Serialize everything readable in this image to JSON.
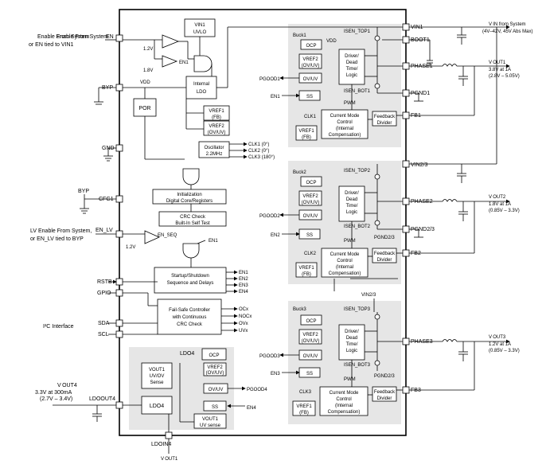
{
  "ext": {
    "en_from_system": "Enable From System",
    "en_tied": "or EN tied to VIN1",
    "lv_enable": "LV Enable From System,",
    "en_lv_tied": "or EN_LV tied to BYP",
    "byp": "BYP",
    "vin_from_system": "V IN from System",
    "vin_range": "(4V–42V, 45V Abs Max)",
    "vout1": "V OUT1",
    "vout1_val": "3.8V at 1A",
    "vout1_range": "(2.8V – 5.05V)",
    "vout2": "V OUT2",
    "vout2_val": "1.8V at 1A",
    "vout2_range": "(0.85V – 3.3V)",
    "vout3": "V OUT3",
    "vout3_val": "1.2V at 1A",
    "vout3_range": "(0.85V – 3.3V)",
    "vout4": "V OUT4",
    "vout4_val": "3.3V at 300mA",
    "vout4_range": "(2.7V – 3.4V)",
    "i2c": "I²C Interface",
    "vout1_bottom": "V OUT1"
  },
  "pins_left": {
    "en": "EN",
    "byp": "BYP",
    "gnd": "GND",
    "cfg1": "CFG1",
    "en_lv": "EN_LV",
    "rstb": "RSTB",
    "gpio": "GPIO",
    "sda": "SDA",
    "scl": "SCL",
    "ldoout4": "LDOOUT4",
    "ldoin4": "LDOIN4"
  },
  "pins_right": {
    "vin1": "VIN1",
    "boot1": "BOOT1",
    "phase1": "PHASE1",
    "pgnd1": "PGND1",
    "fb1": "FB1",
    "vin23": "VIN2/3",
    "phase2": "PHASE2",
    "pgnd23": "PGND2/3",
    "fb2": "FB2",
    "phase3": "PHASE3",
    "fb3": "FB3"
  },
  "core": {
    "vin1_uvlo_a": "VIN1",
    "vin1_uvlo_b": "UVLO",
    "v12": "1.2V",
    "v18": "1.8V",
    "en1": "EN1",
    "vdd": "VDD",
    "ldo_a": "Internal",
    "ldo_b": "LDO",
    "por": "POR",
    "vref1_a": "VREF1",
    "vref1_b": "(FB)",
    "vref2_a": "VREF2",
    "vref2_b": "(OV/UV)",
    "osc_a": "Oscillator",
    "osc_b": "2.2MHz",
    "clk1": "CLK1 (0°)",
    "clk2": "CLK2 (0°)",
    "clk3": "CLK3 (180°)",
    "init_a": "Initialization",
    "init_b": "Digital Core/Registers",
    "crc_a": "CRC Check",
    "crc_b": "Built-In Self Test",
    "en_seq": "EN_SEQ",
    "v12b": "1.2V",
    "en1b": "EN1",
    "seq_a": "Startup/Shutdown",
    "seq_b": "Sequence and Delays",
    "en1c": "EN1",
    "en2": "EN2",
    "en3": "EN3",
    "en4": "EN4",
    "fs_a": "Fail-Safe Controller",
    "fs_b": "with Continuous",
    "fs_c": "CRC Check",
    "ocx": "OCx",
    "nocx": "NOCx",
    "ovx": "OVx",
    "uvx": "UVx"
  },
  "buck1": {
    "title": "Buck1",
    "ocp": "OCP",
    "vdd": "VDD",
    "isen_top": "ISEN_TOP1",
    "isen_bot": "ISEN_BOT1",
    "vref2_a": "VREF2",
    "vref2_b": "(OV/UV)",
    "ovuv": "OV/UV",
    "pgood": "PGOOD1",
    "ss": "SS",
    "en": "EN1",
    "pwm": "PWM",
    "driver": [
      "Driver/",
      "Dead",
      "Time/",
      "Logic"
    ],
    "clk": "CLK1",
    "cmc": [
      "Current Mode",
      "Control",
      "(Internal",
      "Compensation)"
    ],
    "vref1_a": "VREF1",
    "vref1_b": "(FB)",
    "fbdiv": [
      "Feedback",
      "Divider"
    ]
  },
  "buck2": {
    "title": "Buck2",
    "ocp": "OCP",
    "isen_top": "ISEN_TOP2",
    "isen_bot": "ISEN_BOT2",
    "vref2_a": "VREF2",
    "vref2_b": "(OV/UV)",
    "ovuv": "OV/UV",
    "pgood": "PGOOD2",
    "ss": "SS",
    "en": "EN2",
    "pwm": "PWM",
    "driver": [
      "Driver/",
      "Dead",
      "Time/",
      "Logic"
    ],
    "clk": "CLK2",
    "cmc": [
      "Current Mode",
      "Control",
      "(Internal",
      "Compensation)"
    ],
    "vref1_a": "VREF1",
    "vref1_b": "(FB)",
    "fbdiv": [
      "Feedback",
      "Divider"
    ],
    "pgnd": "PGND2/3"
  },
  "buck3": {
    "title": "Buck3",
    "ocp": "OCP",
    "isen_top": "ISEN_TOP3",
    "isen_bot": "ISEN_BOT3",
    "vref2_a": "VREF2",
    "vref2_b": "(OV/UV)",
    "ovuv": "OV/UV",
    "pgood": "PGOOD3",
    "ss": "SS",
    "en": "EN3",
    "pwm": "PWM",
    "driver": [
      "Driver/",
      "Dead",
      "Time/",
      "Logic"
    ],
    "clk": "CLK3",
    "cmc": [
      "Current Mode",
      "Control",
      "(Internal",
      "Compensation)"
    ],
    "vref1_a": "VREF1",
    "vref1_b": "(FB)",
    "fbdiv": [
      "Feedback",
      "Divider"
    ],
    "pgnd": "PGND2/3",
    "vin": "VIN2/3"
  },
  "ldo4": {
    "title": "LDO4",
    "ocp": "OCP",
    "vref2_a": "VREF2",
    "vref2_b": "(OV/UV)",
    "ovuv": "OV/UV",
    "pgood": "PGOOD4",
    "ss": "SS",
    "en": "EN4",
    "vsense": [
      "VOUT1",
      "UV/OV",
      "Sense"
    ],
    "ldo": "LDO4",
    "uvsense_a": "VOUT1",
    "uvsense_b": "UV sense"
  }
}
